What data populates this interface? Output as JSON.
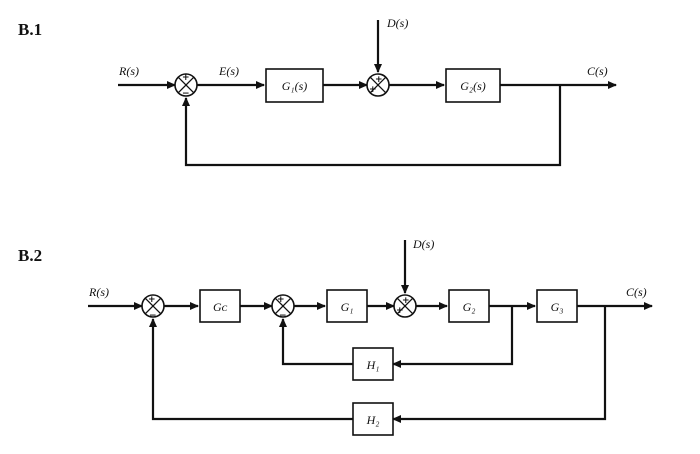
{
  "diagram_b1": {
    "section_label": "B.1",
    "input_label": "R(s)",
    "error_label": "E(s)",
    "disturbance_label": "D(s)",
    "output_label": "C(s)",
    "block_g1": "G₁(s)",
    "block_g2": "G₂(s)",
    "sum1_top_sign": "+",
    "sum1_bottom_sign": "−",
    "sum2_top_sign": "+",
    "sum2_left_sign": "+"
  },
  "diagram_b2": {
    "section_label": "B.2",
    "input_label": "R(s)",
    "disturbance_label": "D(s)",
    "output_label": "C(s)",
    "block_gc": "Gᴄ",
    "block_g1": "G₁",
    "block_g2": "G₂",
    "block_g3": "G₃",
    "block_h1": "H₁",
    "block_h2": "H₂",
    "sum1_top_sign": "+",
    "sum1_bottom_sign": "−",
    "sum2_top_sign": "+",
    "sum2_bottom_sign": "−",
    "sum3_top_sign": "+",
    "sum3_left_sign": "+"
  }
}
